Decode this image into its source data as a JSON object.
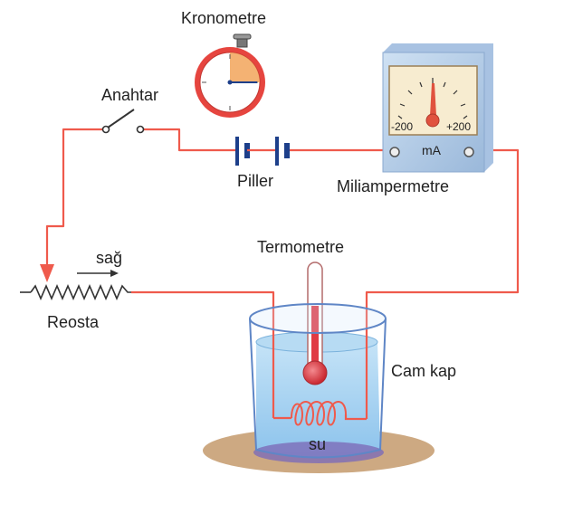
{
  "labels": {
    "stopwatch": "Kronometre",
    "switch": "Anahtar",
    "batteries": "Piller",
    "milliammeter": "Miliampermetre",
    "thermometer": "Termometre",
    "rheostat": "Reosta",
    "direction": "sağ",
    "glass_container": "Cam kap",
    "water": "su"
  },
  "milliammeter_scale": {
    "min": "-200",
    "max": "+200",
    "unit": "mA"
  },
  "colors": {
    "wire": "#ef5a4c",
    "liquid": "#e03a44",
    "meter_face": "#f7ecd0",
    "meter_body": "#b9d3ec",
    "water": "#9fcdf0",
    "stopwatch_rim": "#e6453f",
    "stopwatch_shade": "#f2a45a",
    "ground": "#c49a6c"
  },
  "icons": {
    "switch": "open-knife-switch-icon",
    "battery": "battery-cell-icon",
    "rheostat": "variable-resistor-icon",
    "coil": "heating-coil-icon"
  }
}
